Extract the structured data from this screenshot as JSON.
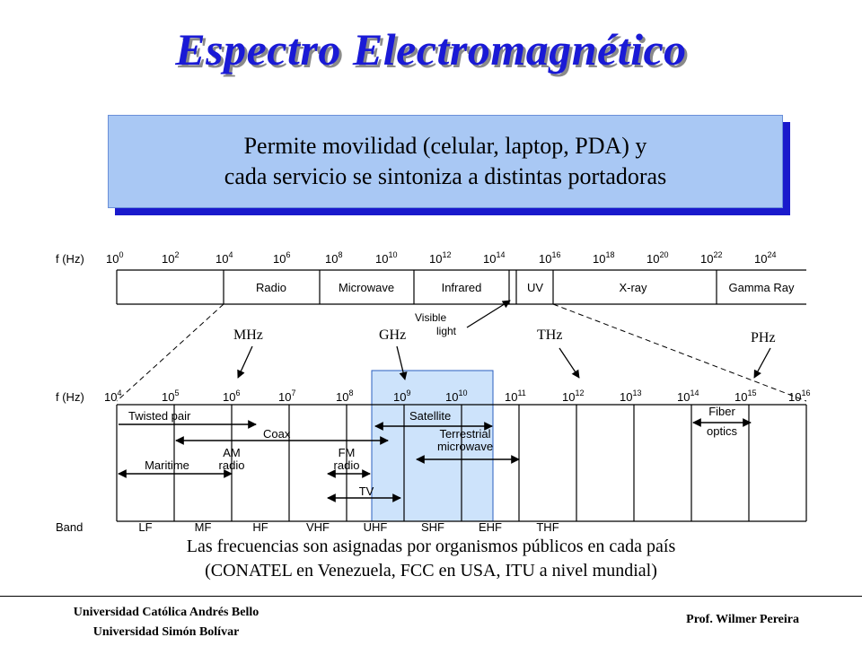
{
  "slide": {
    "title": "Espectro Electromagnético",
    "callout": {
      "line1": "Permite movilidad (celular, laptop, PDA) y",
      "line2": "cada servicio se sintoniza a distintas portadoras"
    },
    "note": {
      "line1": "Las frecuencias son asignadas por organismos públicos en cada país",
      "line2": "(CONATEL en Venezuela, FCC en USA, ITU a nivel mundial)"
    },
    "footer": {
      "university1": "Universidad Católica Andrés Bello",
      "university2": "Universidad Simón Bolívar",
      "author": "Prof. Wilmer Pereira"
    }
  },
  "diagram": {
    "top_axis": {
      "label": "f (Hz)",
      "ticks": [
        {
          "base": "10",
          "exp": "0"
        },
        {
          "base": "10",
          "exp": "2"
        },
        {
          "base": "10",
          "exp": "4"
        },
        {
          "base": "10",
          "exp": "6"
        },
        {
          "base": "10",
          "exp": "8"
        },
        {
          "base": "10",
          "exp": "10"
        },
        {
          "base": "10",
          "exp": "12"
        },
        {
          "base": "10",
          "exp": "14"
        },
        {
          "base": "10",
          "exp": "16"
        },
        {
          "base": "10",
          "exp": "18"
        },
        {
          "base": "10",
          "exp": "20"
        },
        {
          "base": "10",
          "exp": "22"
        },
        {
          "base": "10",
          "exp": "24"
        }
      ]
    },
    "top_regions": [
      "Radio",
      "Microwave",
      "Infrared",
      "UV",
      "X-ray",
      "Gamma Ray"
    ],
    "visible_label": {
      "line1": "Visible",
      "line2": "light"
    },
    "unit_labels": [
      "MHz",
      "GHz",
      "THz",
      "PHz"
    ],
    "bottom_axis": {
      "label": "f (Hz)",
      "ticks": [
        {
          "base": "10",
          "exp": "4"
        },
        {
          "base": "10",
          "exp": "5"
        },
        {
          "base": "10",
          "exp": "6"
        },
        {
          "base": "10",
          "exp": "7"
        },
        {
          "base": "10",
          "exp": "8"
        },
        {
          "base": "10",
          "exp": "9"
        },
        {
          "base": "10",
          "exp": "10"
        },
        {
          "base": "10",
          "exp": "11"
        },
        {
          "base": "10",
          "exp": "12"
        },
        {
          "base": "10",
          "exp": "13"
        },
        {
          "base": "10",
          "exp": "14"
        },
        {
          "base": "10",
          "exp": "15"
        },
        {
          "base": "10",
          "exp": "16"
        }
      ]
    },
    "media": {
      "twisted_pair": "Twisted pair",
      "coax": "Coax",
      "satellite": "Satellite",
      "terrestrial": {
        "line1": "Terrestrial",
        "line2": "microwave"
      },
      "fiber": {
        "line1": "Fiber",
        "line2": "optics"
      },
      "maritime": "Maritime",
      "am": {
        "line1": "AM",
        "line2": "radio"
      },
      "fm": {
        "line1": "FM",
        "line2": "radio"
      },
      "tv": "TV"
    },
    "band": {
      "label": "Band",
      "names": [
        "LF",
        "MF",
        "HF",
        "VHF",
        "UHF",
        "SHF",
        "EHF",
        "THF"
      ]
    }
  }
}
